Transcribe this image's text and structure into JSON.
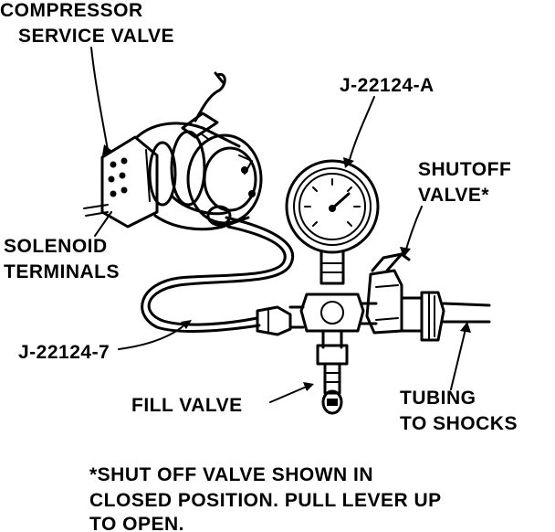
{
  "labels": {
    "compressor_line1": "COMPRESSOR",
    "compressor_line2": "SERVICE VALVE",
    "gauge_tool": "J-22124-A",
    "shutoff_line1": "SHUTOFF",
    "shutoff_line2": "VALVE*",
    "solenoid_line1": "SOLENOID",
    "solenoid_line2": "TERMINALS",
    "hose_tool": "J-22124-7",
    "fill_valve": "FILL VALVE",
    "tubing_line1": "TUBING",
    "tubing_line2": "TO SHOCKS"
  },
  "footnote": {
    "line1": "*SHUT OFF VALVE SHOWN IN",
    "line2": "CLOSED POSITION. PULL LEVER UP",
    "line3": "TO OPEN."
  },
  "icons": {
    "compressor": "compressor-icon",
    "gauge": "pressure-gauge-icon",
    "manifold": "manifold-icon",
    "hose": "hose-icon"
  }
}
